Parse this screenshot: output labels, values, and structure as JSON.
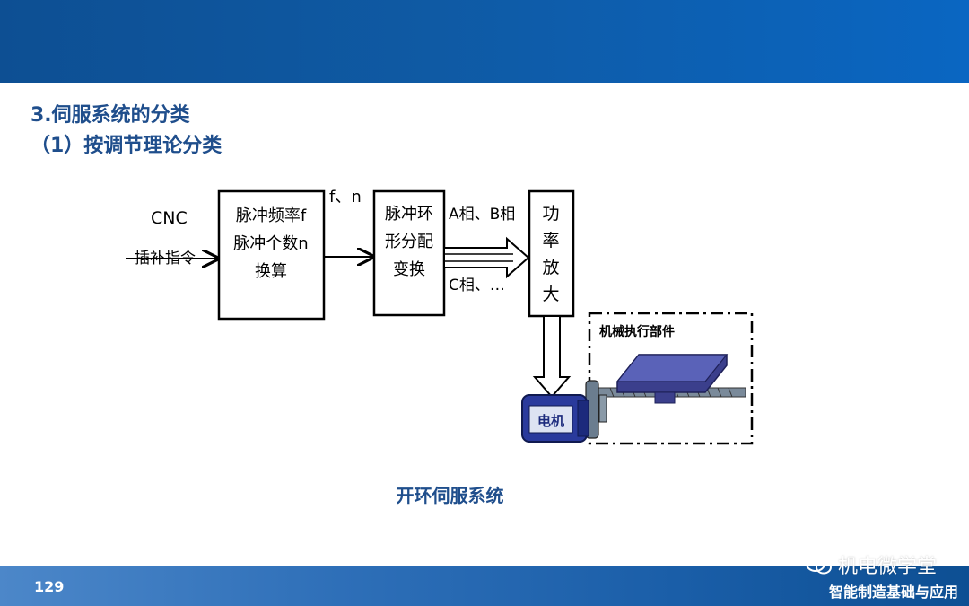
{
  "slide": {
    "title": "3.伺服系统的分类",
    "subtitle": "（1）按调节理论分类",
    "caption": "开环伺服系统",
    "page_number": "129",
    "brand": "机电微学堂",
    "sub_brand": "智能制造基础与应用"
  },
  "diagram": {
    "input_label_top": "CNC",
    "input_label_bottom": "插补指令",
    "block1": [
      "脉冲频率f",
      "脉冲个数n",
      "换算"
    ],
    "signal_label": "f、n",
    "block2": [
      "脉冲环",
      "形分配",
      "变换"
    ],
    "phase_top": "A相、B相",
    "phase_bottom": "C相、…",
    "block3": [
      "功",
      "率",
      "放",
      "大"
    ],
    "mech_label": "机械执行部件",
    "motor_label": "电机"
  },
  "colors": {
    "primary": "#0f5aa4",
    "title_text": "#1f4e8c",
    "motor": "#2a3a9c",
    "table": "#3b3f8c"
  }
}
